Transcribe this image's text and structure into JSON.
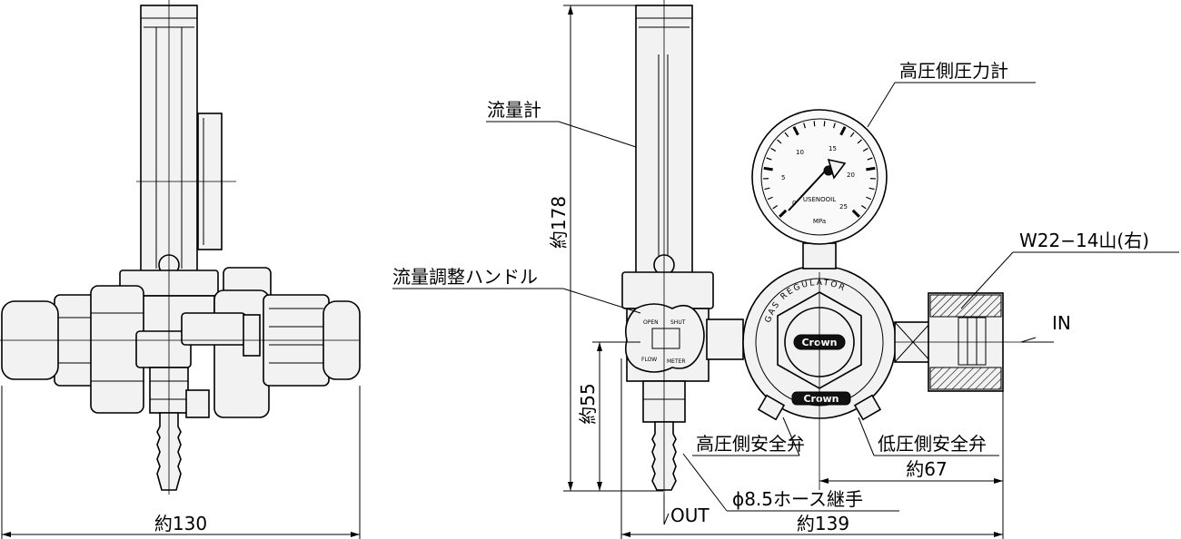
{
  "labels": {
    "flowmeter": "流量計",
    "flow_adjust_handle": "流量調整ハンドル",
    "high_pressure_gauge": "高圧側圧力計",
    "inlet_thread": "W22−14山(右)",
    "inlet": "IN",
    "high_safety_valve": "高圧側安全弁",
    "low_safety_valve": "低圧側安全弁",
    "hose_fitting": "ϕ8.5ホース継手",
    "outlet": "OUT"
  },
  "dimensions": {
    "height_total": "約178",
    "height_outlet": "約55",
    "width_front": "約130",
    "width_side": "約139",
    "inlet_offset": "約67"
  },
  "markings": {
    "regulator_ring": "GAS REGULATOR",
    "brand": "Crown",
    "knob_open": "OPEN",
    "knob_shut": "SHUT",
    "knob_flow": "FLOW",
    "knob_meter": "METER",
    "gauge_unit": "MPa",
    "gauge_text": "USENOOIL",
    "gauge_scale": [
      "0",
      "5",
      "10",
      "15",
      "20",
      "25"
    ]
  }
}
